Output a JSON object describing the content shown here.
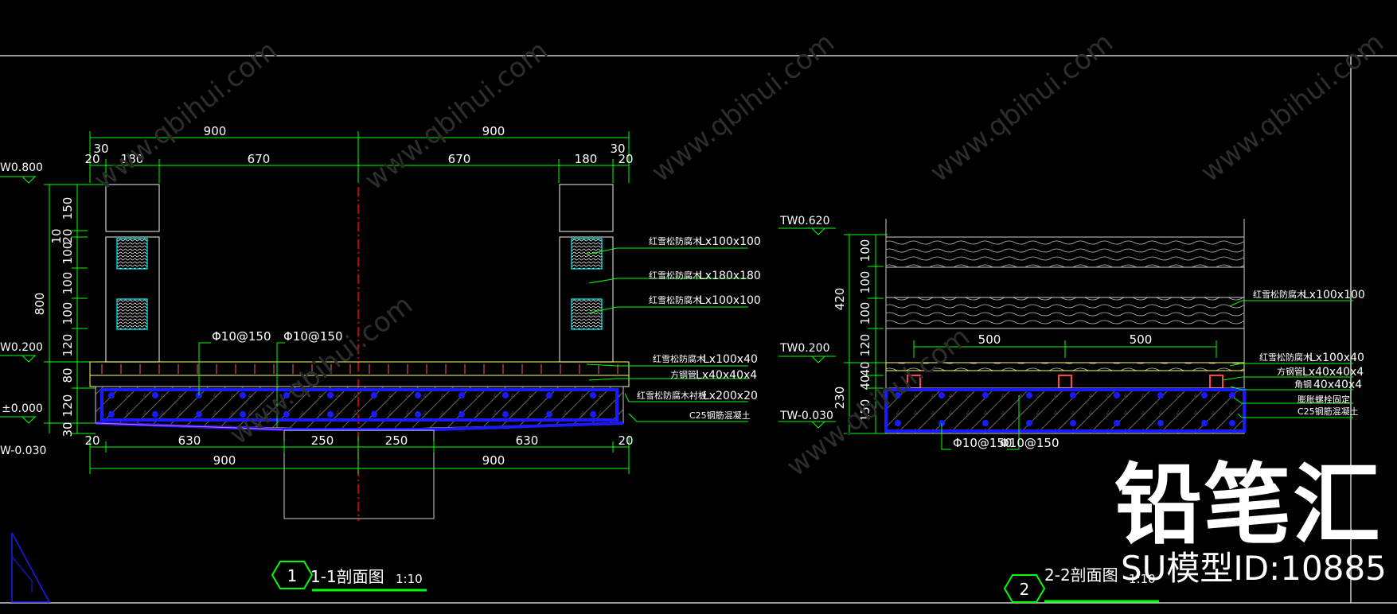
{
  "section1": {
    "dims_top": [
      "900",
      "900"
    ],
    "dims_top2": [
      "30",
      "30"
    ],
    "dims_mid": [
      "20",
      "180",
      "670",
      "670",
      "180",
      "20"
    ],
    "dims_left": [
      "150",
      "10",
      "20",
      "100",
      "100",
      "100",
      "120",
      "80",
      "120",
      "30"
    ],
    "dim_left_total": "800",
    "dims_bottom1": [
      "20",
      "630",
      "250",
      "250",
      "630",
      "20"
    ],
    "dims_bottom2": [
      "900",
      "900"
    ],
    "levels": [
      "W0.800",
      "W0.200",
      "±0.000",
      "W-0.030"
    ],
    "rebar_labels": [
      "Φ10@150",
      "Φ10@150"
    ],
    "notes": [
      {
        "name": "红雪松防腐木",
        "spec": "Lx100x100"
      },
      {
        "name": "红雪松防腐木",
        "spec": "Lx180x180"
      },
      {
        "name": "红雪松防腐木",
        "spec": "Lx100x100"
      },
      {
        "name": "红雪松防腐木",
        "spec": "Lx100x40"
      },
      {
        "name": "方钢管",
        "spec": "Lx40x40x4"
      },
      {
        "name": "红雪松防腐木衬板",
        "spec": "Lx200x20"
      },
      {
        "name": "C25钢筋混凝土",
        "spec": ""
      }
    ],
    "title_num": "1",
    "title": "1-1剖面图",
    "scale": "1:10"
  },
  "section2": {
    "levels": [
      "TW0.620",
      "TW0.200",
      "TW-0.030"
    ],
    "dims_left": [
      "100",
      "100",
      "100",
      "120",
      "40",
      "40",
      "150"
    ],
    "dims_left_totals": [
      "420",
      "230"
    ],
    "dims_span": [
      "500",
      "500"
    ],
    "rebar_labels": [
      "Φ10@150",
      "Φ10@150"
    ],
    "notes": [
      {
        "name": "红雪松防腐木",
        "spec": "Lx100x100"
      },
      {
        "name": "红雪松防腐木",
        "spec": "Lx100x40"
      },
      {
        "name": "方钢管",
        "spec": "Lx40x40x4"
      },
      {
        "name": "角钢",
        "spec": "40x40x4"
      },
      {
        "name": "膨胀螺栓固定",
        "spec": ""
      },
      {
        "name": "C25钢筋混凝土",
        "spec": ""
      }
    ],
    "title_num": "2",
    "title": "2-2剖面图",
    "scale": "1:10"
  },
  "watermark": {
    "brand": "铅笔汇",
    "id_text": "SU模型ID:10885",
    "url": "www.qbihui.com"
  },
  "colors": {
    "background": "#000000",
    "dimension": "#00ff00",
    "text": "#ffffff",
    "rebar": "#1a1aff",
    "centerline": "#ff0000",
    "wood_hatch": "#00ffff",
    "deck": "#ffff66"
  }
}
